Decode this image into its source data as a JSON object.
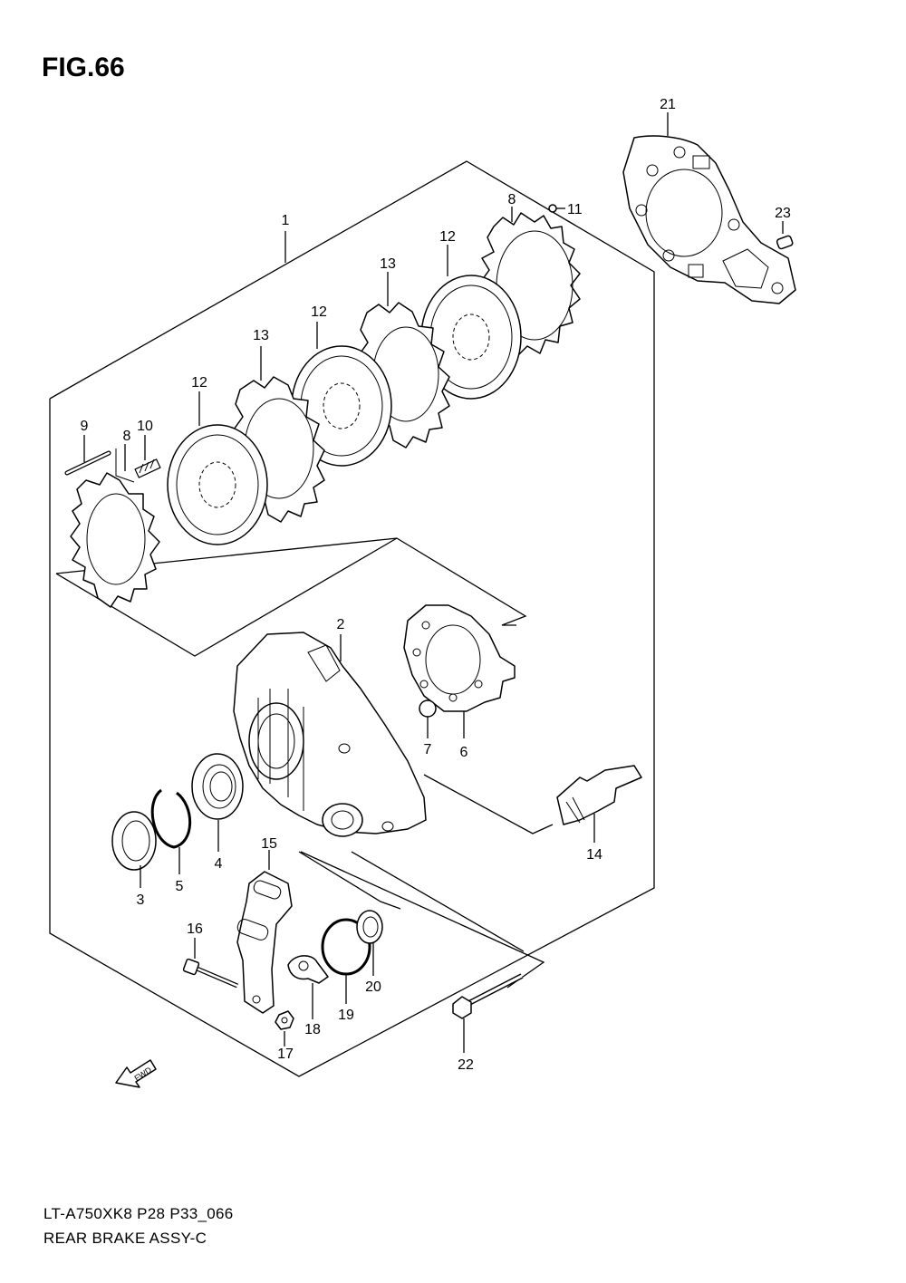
{
  "figure": {
    "title": "FIG.66",
    "code": "LT-A750XK8 P28 P33_066",
    "name": "REAR BRAKE ASSY-C",
    "direction_label": "FWD"
  },
  "callouts": {
    "c1": "1",
    "c2": "2",
    "c3": "3",
    "c4": "4",
    "c5": "5",
    "c6": "6",
    "c7": "7",
    "c8a": "8",
    "c8b": "8",
    "c9": "9",
    "c10": "10",
    "c11": "11",
    "c12a": "12",
    "c12b": "12",
    "c12c": "12",
    "c13a": "13",
    "c13b": "13",
    "c14": "14",
    "c15": "15",
    "c16": "16",
    "c17": "17",
    "c18": "18",
    "c19": "19",
    "c20": "20",
    "c21": "21",
    "c22": "22",
    "c23": "23"
  }
}
